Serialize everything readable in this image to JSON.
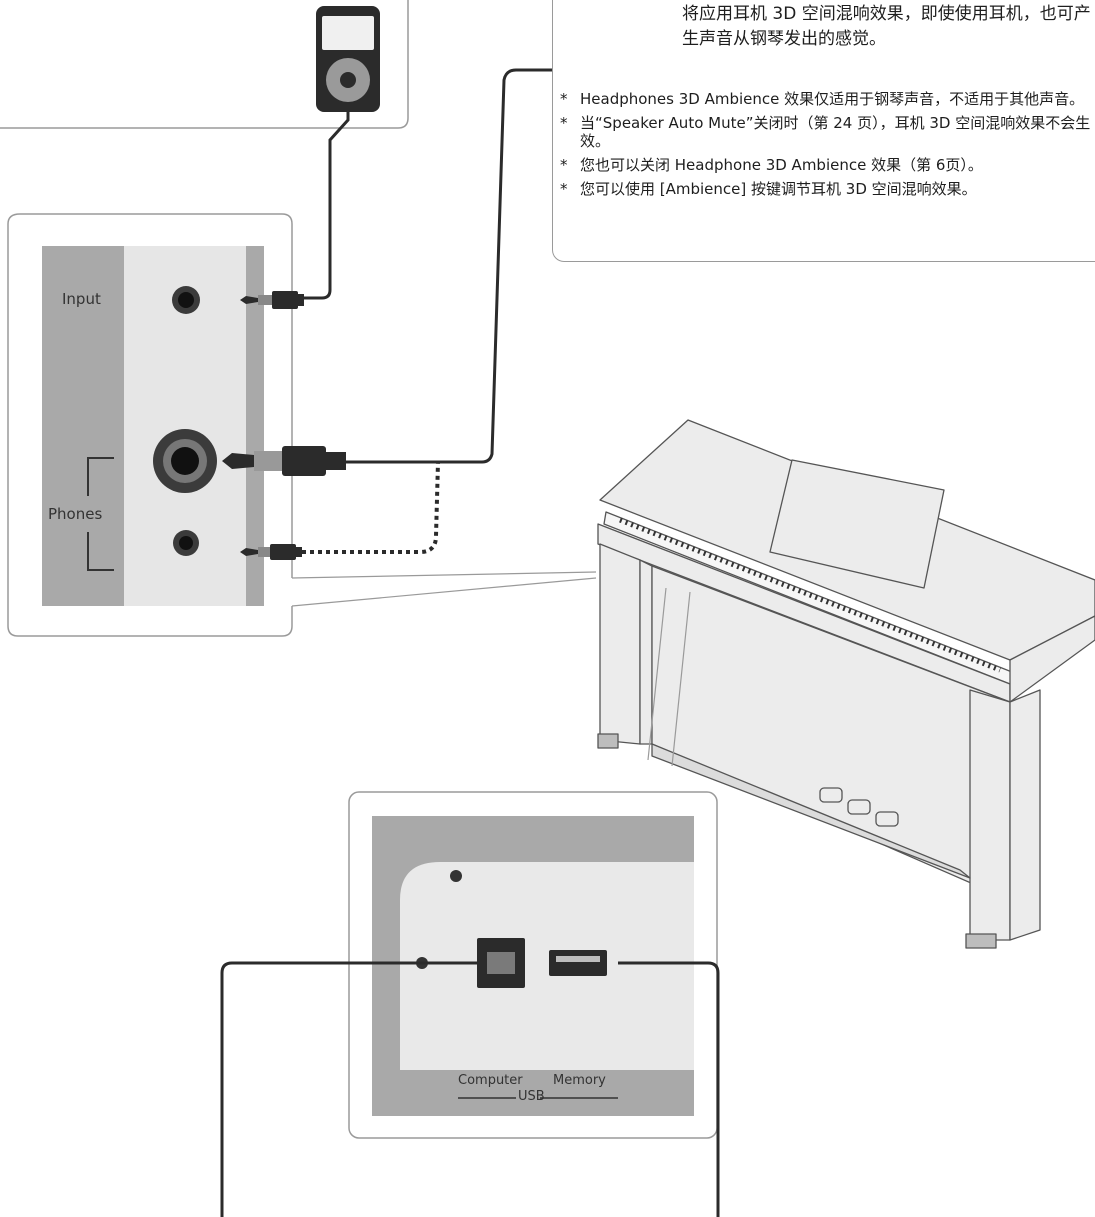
{
  "callout": {
    "intro": "将应用耳机 3D 空间混响效果，即使使用耳机，也可产生声音从钢琴发出的感觉。",
    "notes": [
      "Headphones 3D Ambience 效果仅适用于钢琴声音，不适用于其他声音。",
      "当“Speaker Auto Mute”关闭时（第 24 页），耳机 3D 空间混响效果不会生效。",
      "您也可以关闭 Headphone 3D Ambience 效果（第 6页）。",
      "您可以使用 [Ambience] 按键调节耳机 3D 空间混响效果。"
    ]
  },
  "jack_panel": {
    "input_label": "Input",
    "phones_label": "Phones"
  },
  "usb_panel": {
    "computer_label": "Computer",
    "memory_label": "Memory",
    "usb_label": "USB"
  }
}
